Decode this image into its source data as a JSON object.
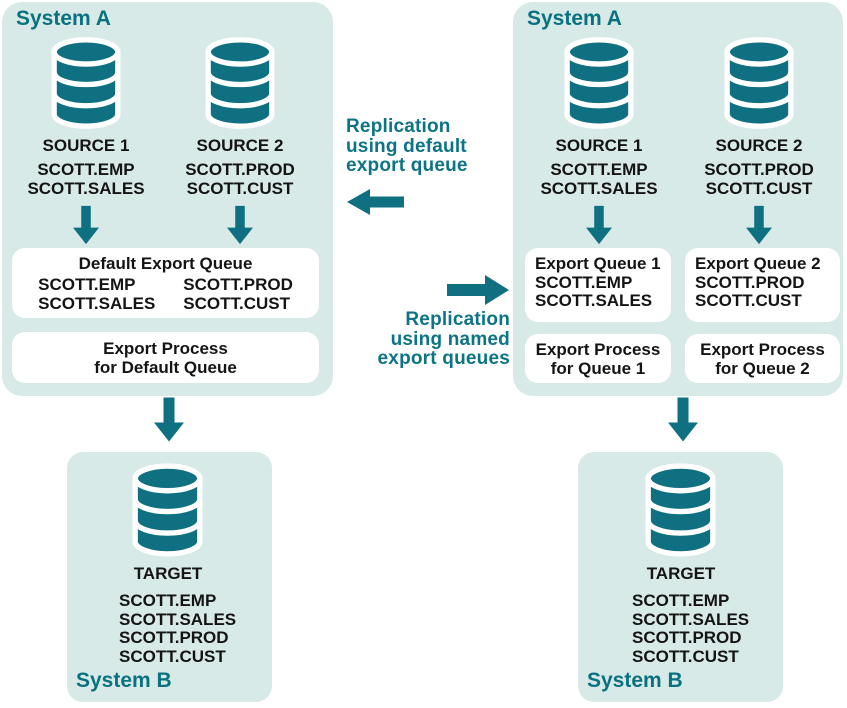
{
  "colors": {
    "teal_accent": "#0E7080",
    "teal_text": "#0A7180",
    "panel_background": "#D8EAE7",
    "box_background": "#FFFFFF",
    "dark_text": "#141414"
  },
  "left_diagram": {
    "system_a_title": "System A",
    "sources": [
      {
        "name": "SOURCE 1",
        "tables": [
          "SCOTT.EMP",
          "SCOTT.SALES"
        ]
      },
      {
        "name": "SOURCE 2",
        "tables": [
          "SCOTT.PROD",
          "SCOTT.CUST"
        ]
      }
    ],
    "default_queue": {
      "title": "Default Export Queue",
      "col1": [
        "SCOTT.EMP",
        "SCOTT.SALES"
      ],
      "col2": [
        "SCOTT.PROD",
        "SCOTT.CUST"
      ]
    },
    "export_process": [
      "Export Process",
      "for Default Queue"
    ],
    "system_b_title": "System B",
    "target": {
      "name": "TARGET",
      "tables": [
        "SCOTT.EMP",
        "SCOTT.SALES",
        "SCOTT.PROD",
        "SCOTT.CUST"
      ]
    }
  },
  "annotations": {
    "default_queue_label": [
      "Replication",
      "using default",
      "export queue"
    ],
    "named_queue_label": [
      "Replication",
      "using named",
      "export queues"
    ]
  },
  "right_diagram": {
    "system_a_title": "System A",
    "sources": [
      {
        "name": "SOURCE 1",
        "tables": [
          "SCOTT.EMP",
          "SCOTT.SALES"
        ]
      },
      {
        "name": "SOURCE 2",
        "tables": [
          "SCOTT.PROD",
          "SCOTT.CUST"
        ]
      }
    ],
    "queues": [
      {
        "title": "Export Queue 1",
        "tables": [
          "SCOTT.EMP",
          "SCOTT.SALES"
        ]
      },
      {
        "title": "Export Queue 2",
        "tables": [
          "SCOTT.PROD",
          "SCOTT.CUST"
        ]
      }
    ],
    "processes": [
      [
        "Export Process",
        "for Queue 1"
      ],
      [
        "Export Process",
        "for Queue 2"
      ]
    ],
    "system_b_title": "System B",
    "target": {
      "name": "TARGET",
      "tables": [
        "SCOTT.EMP",
        "SCOTT.SALES",
        "SCOTT.PROD",
        "SCOTT.CUST"
      ]
    }
  }
}
